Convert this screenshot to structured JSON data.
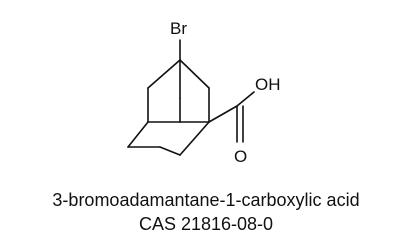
{
  "molecule": {
    "atoms": {
      "bromine": "Br",
      "hydroxyl": "OH",
      "carbonyl_oxygen": "O"
    }
  },
  "caption": {
    "name": "3-bromoadamantane-1-carboxylic acid",
    "cas": "CAS 21816-08-0"
  }
}
